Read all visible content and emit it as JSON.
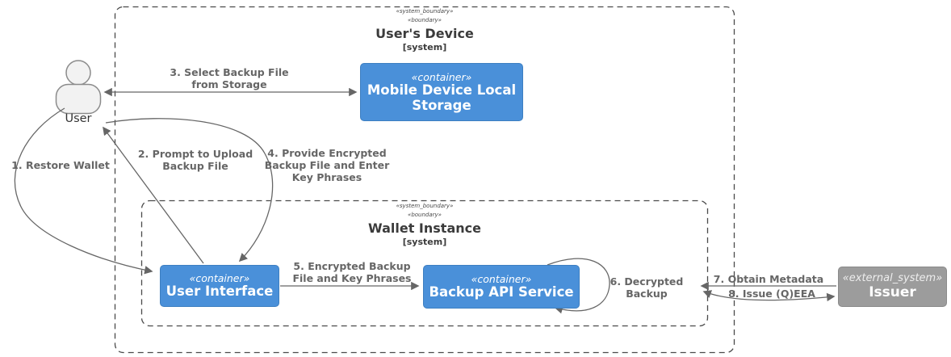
{
  "boundaries": {
    "device": {
      "stereo_a": "«system_boundary»",
      "stereo_b": "«boundary»",
      "title": "User's Device",
      "subtitle": "[system]"
    },
    "wallet": {
      "stereo_a": "«system_boundary»",
      "stereo_b": "«boundary»",
      "title": "Wallet Instance",
      "subtitle": "[system]"
    }
  },
  "actor": {
    "label": "User"
  },
  "nodes": {
    "storage": {
      "stereotype": "«container»",
      "name": "Mobile Device Local Storage"
    },
    "user_interface": {
      "stereotype": "«container»",
      "name": "User Interface"
    },
    "backup_api": {
      "stereotype": "«container»",
      "name": "Backup API Service"
    },
    "issuer": {
      "stereotype": "«external_system»",
      "name": "Issuer"
    }
  },
  "edges": {
    "restore_wallet": {
      "lines": [
        "1. Restore Wallet"
      ]
    },
    "prompt_upload": {
      "lines": [
        "2. Prompt to Upload",
        "Backup File"
      ]
    },
    "select_backup": {
      "lines": [
        "3. Select Backup File",
        "from Storage"
      ]
    },
    "provide_encrypted": {
      "lines": [
        "4. Provide Encrypted",
        "Backup File and Enter",
        "Key Phrases"
      ]
    },
    "encrypted_backup": {
      "lines": [
        "5. Encrypted Backup",
        "File and Key Phrases"
      ]
    },
    "decrypted_backup": {
      "lines": [
        "6. Decrypted",
        "Backup"
      ]
    },
    "obtain_metadata": {
      "lines": [
        "7. Obtain Metadata"
      ]
    },
    "issue_qeea": {
      "lines": [
        "8. Issue (Q)EEA"
      ]
    }
  },
  "colors": {
    "container_fill": "#4A90D9",
    "container_border": "#3D7FC1",
    "external_fill": "#9C9C9C",
    "external_border": "#8A8A8A",
    "arrow": "#666666",
    "edge_label": "#666666",
    "boundary_line": "#4A4A4A",
    "actor_fill": "#F2F2F2",
    "actor_stroke": "#8B8B8B",
    "background": "#FFFFFF"
  }
}
